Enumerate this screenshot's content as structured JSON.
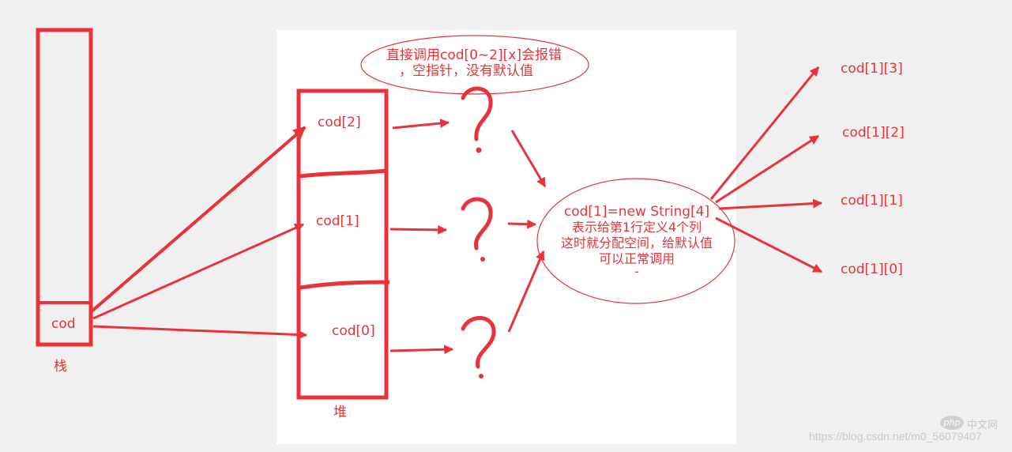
{
  "stack": {
    "label": "栈",
    "cell_label": "cod"
  },
  "heap": {
    "label": "堆",
    "cells": [
      "cod[2]",
      "cod[1]",
      "cod[0]"
    ]
  },
  "question_mark": "?",
  "top_note": {
    "line1": "直接调用cod[0~2][x]会报错",
    "line2": "，空指针，没有默认值"
  },
  "center_note": {
    "line1": "cod[1]=new String[4]",
    "line2": "表示给第1行定义4个列",
    "line3": "这时就分配空间，给默认值",
    "line4": "可以正常调用",
    "line5": "-"
  },
  "targets": [
    "cod[1][3]",
    "cod[1][2]",
    "cod[1][1]",
    "cod[1][0]"
  ],
  "watermark": {
    "php_logo": "php",
    "php_text": "中文网",
    "url": "https://blog.csdn.net/m0_56079407"
  },
  "colors": {
    "accent": "#e8333a",
    "panel": "#ffffff",
    "background": "#f0f0f0"
  }
}
